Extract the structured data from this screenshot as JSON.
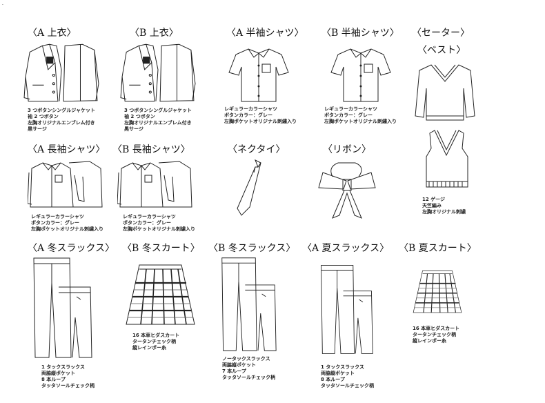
{
  "corner_mark": ".",
  "items": [
    {
      "label": "〈A 上衣〉",
      "icon": "jacket-icon",
      "caption": [
        "3 つボタンシングルジャケット",
        "袖 2 つボタン",
        "左胸オリジナルエンブレム付き",
        "黒サージ"
      ]
    },
    {
      "label": "〈B 上衣〉",
      "icon": "jacket-icon",
      "caption": [
        "3 つボタンシングルジャケット",
        "袖 2 つボタン",
        "左胸オリジナルエンブレム付き",
        "黒サージ"
      ]
    },
    {
      "label": "〈A 半袖シャツ〉",
      "icon": "short-sleeve-shirt-icon",
      "caption": [
        "レギュラーカラーシャツ",
        "ボタンカラー：グレー",
        "左胸ポケットオリジナル刺繍入り"
      ]
    },
    {
      "label": "〈B 半袖シャツ〉",
      "icon": "short-sleeve-shirt-icon",
      "caption": [
        "レギュラーカラーシャツ",
        "ボタンカラー：グレー",
        "左胸ポケットオリジナル刺繍入り"
      ]
    },
    {
      "label": "〈セーター〉",
      "icon": "sweater-icon",
      "caption": []
    },
    {
      "label": "〈ベスト〉",
      "icon": "vest-icon",
      "caption": [
        "12 ゲージ",
        "天竺編み",
        "左胸オリジナル刺繍"
      ]
    },
    {
      "label": "〈A 長袖シャツ〉",
      "icon": "long-sleeve-shirt-icon",
      "caption": [
        "レギュラーカラーシャツ",
        "ボタンカラー：グレー",
        "左胸ポケットオリジナル刺繍入り"
      ]
    },
    {
      "label": "〈B 長袖シャツ〉",
      "icon": "long-sleeve-shirt-icon",
      "caption": [
        "レギュラーカラーシャツ",
        "ボタンカラー：グレー",
        "左胸ポケットオリジナル刺繍入り"
      ]
    },
    {
      "label": "〈ネクタイ〉",
      "icon": "necktie-icon",
      "caption": []
    },
    {
      "label": "〈リボン〉",
      "icon": "ribbon-icon",
      "caption": []
    },
    {
      "label": "〈A 冬スラックス〉",
      "icon": "slacks-icon",
      "caption": [
        "1 タックスラックス",
        "両脇縦ポケット",
        "8 本ループ",
        "タッタソールチェック柄"
      ]
    },
    {
      "label": "〈B 冬スカート〉",
      "icon": "skirt-icon",
      "caption": [
        "16 本車ヒダスカート",
        "タータンチェック柄",
        "縦レインボー糸"
      ]
    },
    {
      "label": "〈B 冬スラックス〉",
      "icon": "slacks-icon",
      "caption": [
        "ノータックスラックス",
        "両脇縦ポケット",
        "7 本ループ",
        "タッタソールチェック柄"
      ]
    },
    {
      "label": "〈A 夏スラックス〉",
      "icon": "slacks-icon",
      "caption": [
        "1 タックスラックス",
        "両脇縦ポケット",
        "8 本ループ",
        "タッタソールチェック柄"
      ]
    },
    {
      "label": "〈B 夏スカート〉",
      "icon": "skirt-icon",
      "caption": [
        "16 本車ヒダスカート",
        "タータンチェック柄",
        "縦レインボー糸"
      ]
    }
  ]
}
